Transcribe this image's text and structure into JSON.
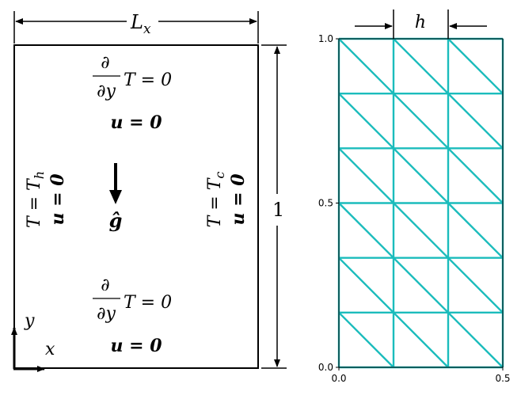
{
  "domain_box": {
    "width_label": "L",
    "width_label_sub": "x",
    "height_label": "1",
    "top_bc": {
      "num": "∂",
      "den": "∂y",
      "expr": "T = 0",
      "velocity": "u = 0"
    },
    "bottom_bc": {
      "num": "∂",
      "den": "∂y",
      "expr": "T = 0",
      "velocity": "u = 0"
    },
    "left_bc": {
      "temp": "T = T",
      "temp_sub": "h",
      "velocity": "u = 0"
    },
    "right_bc": {
      "temp": "T = T",
      "temp_sub": "c",
      "velocity": "u = 0"
    },
    "gravity_label": "ĝ",
    "axis_x": "x",
    "axis_y": "y"
  },
  "mesh": {
    "spacing_label": "h",
    "cols": 3,
    "rows": 6,
    "x_ticks": [
      "0.0",
      "0.5"
    ],
    "y_ticks": [
      "0.0",
      "0.5",
      "1.0"
    ],
    "line_color": "#1bbcbc"
  }
}
